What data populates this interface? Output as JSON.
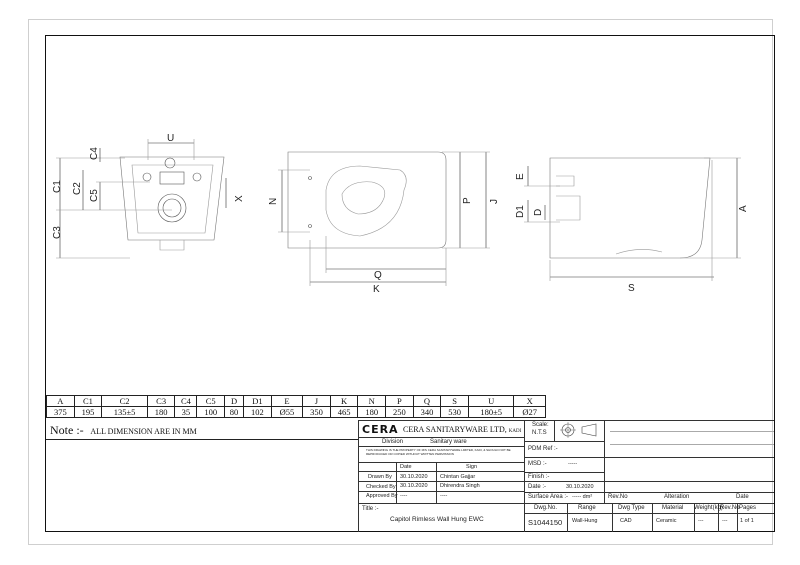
{
  "dimension_table": {
    "headers": [
      "A",
      "C1",
      "C2",
      "C3",
      "C4",
      "C5",
      "D",
      "D1",
      "E",
      "J",
      "K",
      "N",
      "P",
      "Q",
      "S",
      "U",
      "X"
    ],
    "values": [
      "375",
      "195",
      "135±5",
      "180",
      "35",
      "100",
      "80",
      "102",
      "Ø55",
      "350",
      "465",
      "180",
      "250",
      "340",
      "530",
      "180±5",
      "Ø27"
    ]
  },
  "drawing_labels": {
    "u": "U",
    "c4": "C4",
    "c1": "C1",
    "c2": "C2",
    "c5": "C5",
    "c3": "C3",
    "x": "X",
    "n": "N",
    "p": "P",
    "j": "J",
    "q": "Q",
    "k": "K",
    "e": "E",
    "d1": "D1",
    "d": "D",
    "a": "A",
    "s": "S"
  },
  "note": {
    "label": "Note :-",
    "text": "ALL DIMENSION ARE IN MM"
  },
  "title_block": {
    "logo": "CERA",
    "company": "CERA SANITARYWARE LTD,",
    "company_suffix": "KADI",
    "scale_label": "Scale:",
    "scale_value": "N.T.S",
    "division_label": "Division",
    "division_value": "Sanitary ware",
    "disclaimer": "THIS DRAWING IS THE PROPERTY OF M/S CERA SANITARYWARE LIMITED, KADI, & SHOULD NOT BE REPRODUCED OR COPIED WITHOUT WRITTEN PERMISSION",
    "date_header": "Date",
    "sign_header": "Sign",
    "drawn_label": "Drawn By",
    "drawn_date": "30.10.2020",
    "drawn_sign": "Chintan Gajjar",
    "checked_label": "Checked By",
    "checked_date": "30.10.2020",
    "checked_sign": "Dhirendra Singh",
    "approved_label": "Approved By",
    "approved_date": "----",
    "approved_sign": "----",
    "pdm_label": "PDM Ref :-",
    "msd_label": "MSD :-",
    "msd_value": "-----",
    "finish_label": "Finish :-",
    "date_label": "Date :-",
    "date_value": "30.10.2020",
    "surface_label": "Surface Area :-",
    "surface_value": "----- dm²",
    "rev_no_label": "Rev.No",
    "alteration_label": "Alteration",
    "date_col_label": "Date",
    "title_label": "Title :-",
    "title_value": "Capitol Rimless Wall Hung EWC",
    "dwg_no_label": "Dwg.No.",
    "range_label": "Range",
    "dwg_type_label": "Dwg Type",
    "material_label": "Material",
    "weight_label": "Weight(kg)",
    "rev_label": "Rev.No",
    "pages_label": "Pages",
    "dwg_no_value": "S1044150",
    "range_value": "Wall-Hung",
    "dwg_type_value": "CAD",
    "material_value": "Ceramic",
    "weight_value": "---",
    "rev_value": "---",
    "pages_value": "1 of 1"
  }
}
